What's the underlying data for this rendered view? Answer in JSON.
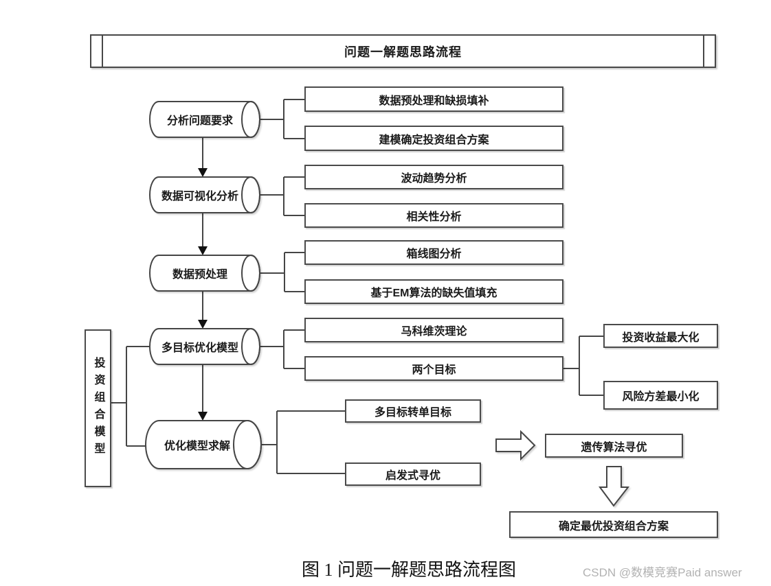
{
  "banner": {
    "title": "问题一解题思路流程"
  },
  "side_box": {
    "label": "投资组合模型"
  },
  "stages": [
    {
      "label": "分析问题要求",
      "children": [
        "数据预处理和缺损填补",
        "建模确定投资组合方案"
      ]
    },
    {
      "label": "数据可视化分析",
      "children": [
        "波动趋势分析",
        "相关性分析"
      ]
    },
    {
      "label": "数据预处理",
      "children": [
        "箱线图分析",
        "基于EM算法的缺失值填充"
      ]
    },
    {
      "label": "多目标优化模型",
      "children": [
        "马科维茨理论",
        "两个目标"
      ]
    },
    {
      "label": "优化模型求解",
      "children": [
        "多目标转单目标",
        "启发式寻优"
      ]
    }
  ],
  "objectives": [
    "投资收益最大化",
    "风险方差最小化"
  ],
  "result_flow": {
    "optimizer": "遗传算法寻优",
    "final": "确定最优投资组合方案"
  },
  "caption": {
    "text": "图 1 问题一解题思路流程图"
  },
  "watermark": {
    "text": "CSDN @数模竞赛Paid answer"
  },
  "colors": {
    "stroke": "#454545",
    "text": "#1a1a1a",
    "watermark": "#b2b2b2",
    "background": "#ffffff"
  }
}
